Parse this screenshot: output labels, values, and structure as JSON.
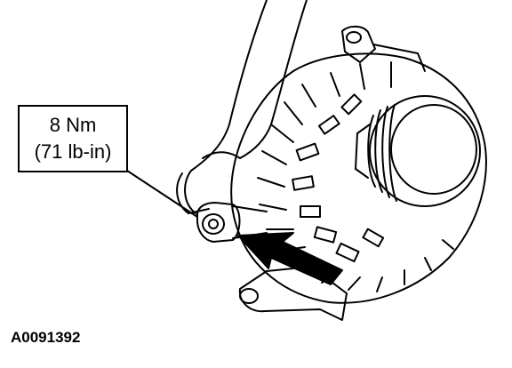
{
  "callout": {
    "torque_metric": "8 Nm",
    "torque_imperial": "(71 lb-in)"
  },
  "figure_id": "A0091392",
  "colors": {
    "line": "#000000",
    "background": "#ffffff"
  }
}
